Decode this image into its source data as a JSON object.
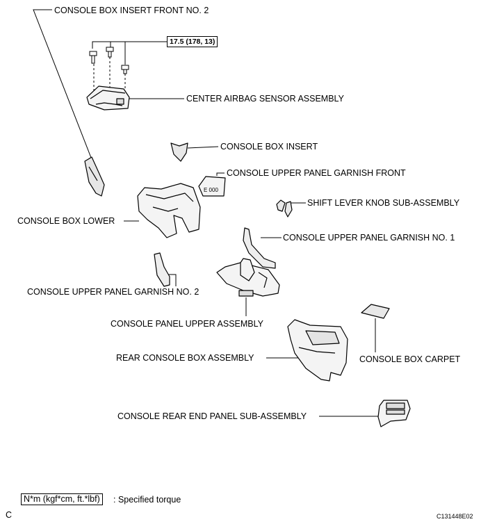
{
  "labels": {
    "insert_front": "CONSOLE BOX INSERT FRONT NO. 2",
    "airbag_sensor": "CENTER AIRBAG SENSOR ASSEMBLY",
    "box_insert": "CONSOLE BOX INSERT",
    "garnish_front": "CONSOLE UPPER PANEL GARNISH FRONT",
    "shift_knob": "SHIFT LEVER KNOB SUB-ASSEMBLY",
    "box_lower": "CONSOLE BOX LOWER",
    "garnish_no1": "CONSOLE UPPER PANEL GARNISH NO. 1",
    "garnish_no2": "CONSOLE UPPER PANEL GARNISH NO. 2",
    "panel_upper": "CONSOLE PANEL UPPER ASSEMBLY",
    "rear_box": "REAR CONSOLE BOX ASSEMBLY",
    "box_carpet": "CONSOLE BOX CARPET",
    "rear_end_panel": "CONSOLE REAR END PANEL SUB-ASSEMBLY"
  },
  "torque_value": "17.5 (178, 13)",
  "legend": {
    "unit_box": "N*m (kgf*cm, ft.*lbf)",
    "description": ": Specified torque"
  },
  "corner_letter": "C",
  "figure_code": "C131448E02"
}
